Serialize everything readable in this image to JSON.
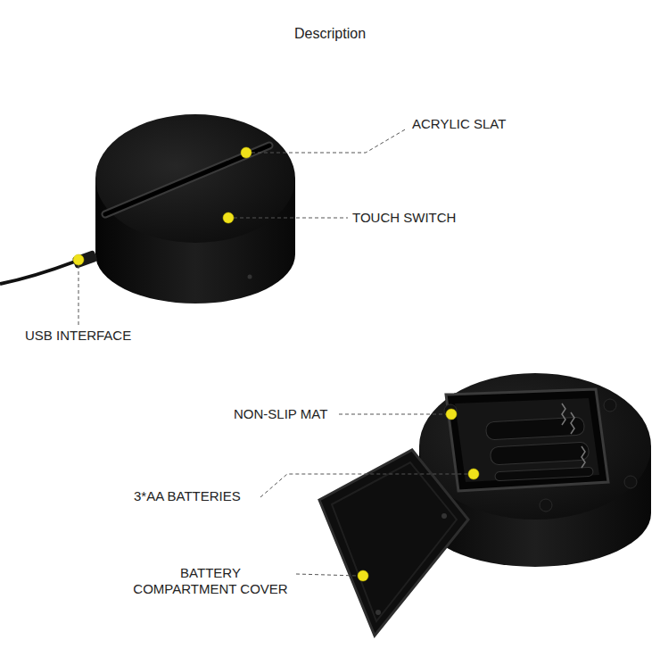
{
  "diagram": {
    "title": "Description",
    "labels": [
      "ACRYLIC SLAT",
      "TOUCH SWITCH",
      "USB INTERFACE",
      "NON-SLIP MAT",
      "3*AA BATTERIES",
      "BATTERY COMPARTMENT COVER"
    ]
  }
}
